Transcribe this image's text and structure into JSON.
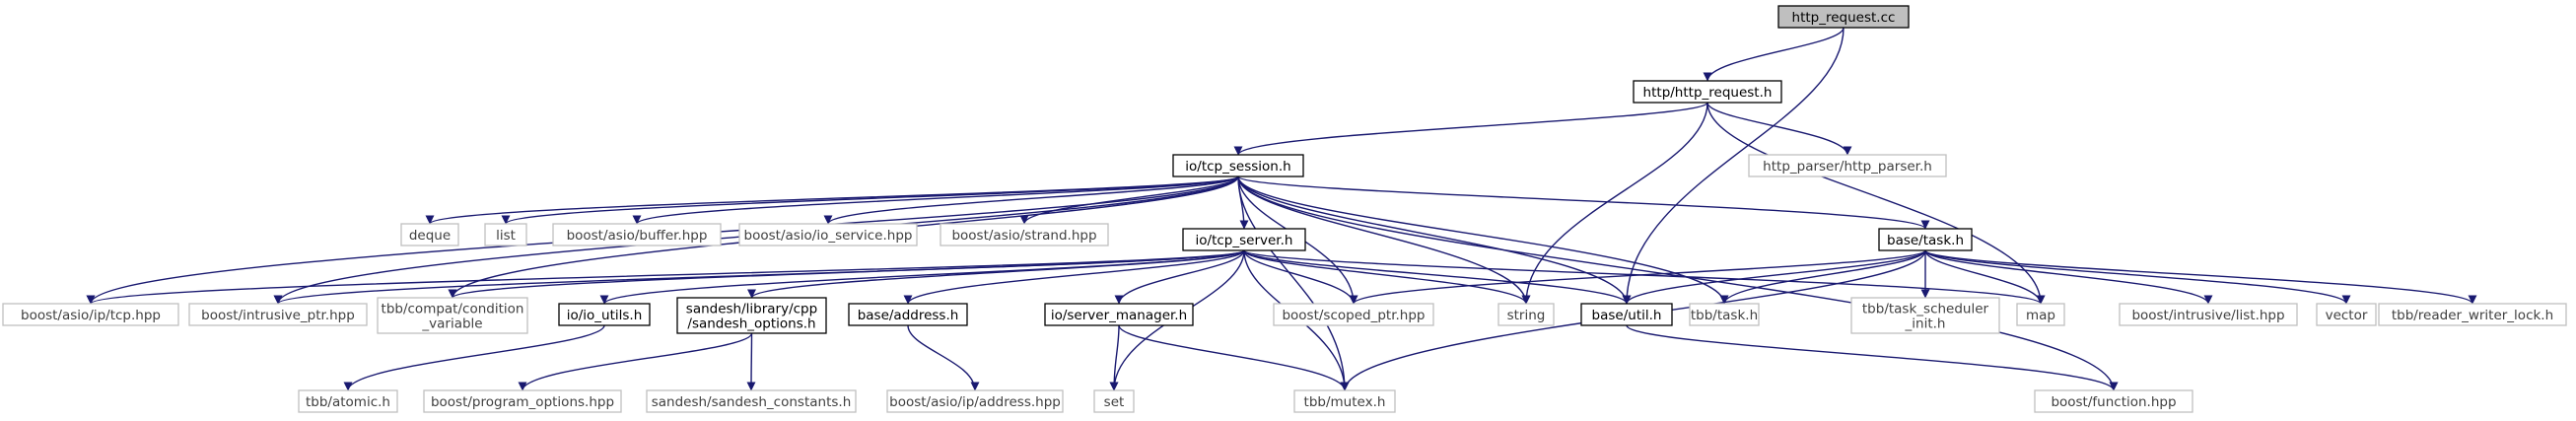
{
  "diagram": {
    "title": "",
    "colors": {
      "edge": "#191970",
      "border_internal": "#000000",
      "border_external": "#bfbfbf",
      "text_internal": "#000000",
      "text_external": "#404040",
      "root_fill": "#bfbfbf"
    },
    "nodes": [
      {
        "id": "root",
        "label": "http_request.cc",
        "kind": "root"
      },
      {
        "id": "http_request_h",
        "label": "http/http_request.h",
        "kind": "internal"
      },
      {
        "id": "tcp_session_h",
        "label": "io/tcp_session.h",
        "kind": "internal"
      },
      {
        "id": "http_parser_h",
        "label": "http_parser/http_parser.h",
        "kind": "external"
      },
      {
        "id": "tcp_server_h",
        "label": "io/tcp_server.h",
        "kind": "internal"
      },
      {
        "id": "task_h",
        "label": "base/task.h",
        "kind": "internal"
      },
      {
        "id": "deque",
        "label": "deque",
        "kind": "external"
      },
      {
        "id": "list",
        "label": "list",
        "kind": "external"
      },
      {
        "id": "asio_buffer",
        "label": "boost/asio/buffer.hpp",
        "kind": "external"
      },
      {
        "id": "asio_io_service",
        "label": "boost/asio/io_service.hpp",
        "kind": "external"
      },
      {
        "id": "asio_strand",
        "label": "boost/asio/strand.hpp",
        "kind": "external"
      },
      {
        "id": "asio_tcp",
        "label": "boost/asio/ip/tcp.hpp",
        "kind": "external"
      },
      {
        "id": "intrusive_ptr",
        "label": "boost/intrusive_ptr.hpp",
        "kind": "external"
      },
      {
        "id": "tbb_condvar",
        "label": "tbb/compat/condition\n_variable",
        "kind": "external"
      },
      {
        "id": "io_utils_h",
        "label": "io/io_utils.h",
        "kind": "internal"
      },
      {
        "id": "sandesh_options_h",
        "label": "sandesh/library/cpp\n/sandesh_options.h",
        "kind": "internal"
      },
      {
        "id": "address_h",
        "label": "base/address.h",
        "kind": "internal"
      },
      {
        "id": "server_manager_h",
        "label": "io/server_manager.h",
        "kind": "internal"
      },
      {
        "id": "scoped_ptr",
        "label": "boost/scoped_ptr.hpp",
        "kind": "external"
      },
      {
        "id": "string",
        "label": "string",
        "kind": "external"
      },
      {
        "id": "util_h",
        "label": "base/util.h",
        "kind": "internal"
      },
      {
        "id": "tbb_task",
        "label": "tbb/task.h",
        "kind": "external"
      },
      {
        "id": "tbb_task_sched",
        "label": "tbb/task_scheduler\n_init.h",
        "kind": "external"
      },
      {
        "id": "map",
        "label": "map",
        "kind": "external"
      },
      {
        "id": "intrusive_list",
        "label": "boost/intrusive/list.hpp",
        "kind": "external"
      },
      {
        "id": "vector",
        "label": "vector",
        "kind": "external"
      },
      {
        "id": "tbb_rwlock",
        "label": "tbb/reader_writer_lock.h",
        "kind": "external"
      },
      {
        "id": "tbb_atomic",
        "label": "tbb/atomic.h",
        "kind": "external"
      },
      {
        "id": "program_options",
        "label": "boost/program_options.hpp",
        "kind": "external"
      },
      {
        "id": "sandesh_constants",
        "label": "sandesh/sandesh_constants.h",
        "kind": "external"
      },
      {
        "id": "asio_address",
        "label": "boost/asio/ip/address.hpp",
        "kind": "external"
      },
      {
        "id": "set",
        "label": "set",
        "kind": "external"
      },
      {
        "id": "tbb_mutex",
        "label": "tbb/mutex.h",
        "kind": "external"
      },
      {
        "id": "boost_function",
        "label": "boost/function.hpp",
        "kind": "external"
      }
    ],
    "edges": [
      [
        "root",
        "http_request_h"
      ],
      [
        "root",
        "util_h"
      ],
      [
        "http_request_h",
        "tcp_session_h"
      ],
      [
        "http_request_h",
        "http_parser_h"
      ],
      [
        "http_request_h",
        "string"
      ],
      [
        "http_request_h",
        "map"
      ],
      [
        "tcp_session_h",
        "deque"
      ],
      [
        "tcp_session_h",
        "list"
      ],
      [
        "tcp_session_h",
        "asio_buffer"
      ],
      [
        "tcp_session_h",
        "asio_io_service"
      ],
      [
        "tcp_session_h",
        "asio_strand"
      ],
      [
        "tcp_session_h",
        "asio_tcp"
      ],
      [
        "tcp_session_h",
        "intrusive_ptr"
      ],
      [
        "tcp_session_h",
        "tcp_server_h"
      ],
      [
        "tcp_session_h",
        "tbb_condvar"
      ],
      [
        "tcp_session_h",
        "scoped_ptr"
      ],
      [
        "tcp_session_h",
        "string"
      ],
      [
        "tcp_session_h",
        "util_h"
      ],
      [
        "tcp_session_h",
        "tbb_task"
      ],
      [
        "tcp_session_h",
        "task_h"
      ],
      [
        "tcp_session_h",
        "tbb_mutex"
      ],
      [
        "tcp_session_h",
        "boost_function"
      ],
      [
        "tcp_server_h",
        "asio_tcp"
      ],
      [
        "tcp_server_h",
        "intrusive_ptr"
      ],
      [
        "tcp_server_h",
        "tbb_condvar"
      ],
      [
        "tcp_server_h",
        "io_utils_h"
      ],
      [
        "tcp_server_h",
        "sandesh_options_h"
      ],
      [
        "tcp_server_h",
        "address_h"
      ],
      [
        "tcp_server_h",
        "set"
      ],
      [
        "tcp_server_h",
        "server_manager_h"
      ],
      [
        "tcp_server_h",
        "scoped_ptr"
      ],
      [
        "tcp_server_h",
        "string"
      ],
      [
        "tcp_server_h",
        "util_h"
      ],
      [
        "tcp_server_h",
        "tbb_mutex"
      ],
      [
        "tcp_server_h",
        "map"
      ],
      [
        "task_h",
        "scoped_ptr"
      ],
      [
        "task_h",
        "util_h"
      ],
      [
        "task_h",
        "tbb_task"
      ],
      [
        "task_h",
        "tbb_task_sched"
      ],
      [
        "task_h",
        "map"
      ],
      [
        "task_h",
        "intrusive_list"
      ],
      [
        "task_h",
        "vector"
      ],
      [
        "task_h",
        "tbb_rwlock"
      ],
      [
        "task_h",
        "tbb_mutex"
      ],
      [
        "io_utils_h",
        "tbb_atomic"
      ],
      [
        "sandesh_options_h",
        "program_options"
      ],
      [
        "sandesh_options_h",
        "sandesh_constants"
      ],
      [
        "address_h",
        "asio_address"
      ],
      [
        "server_manager_h",
        "set"
      ],
      [
        "server_manager_h",
        "tbb_mutex"
      ],
      [
        "util_h",
        "boost_function"
      ]
    ]
  }
}
